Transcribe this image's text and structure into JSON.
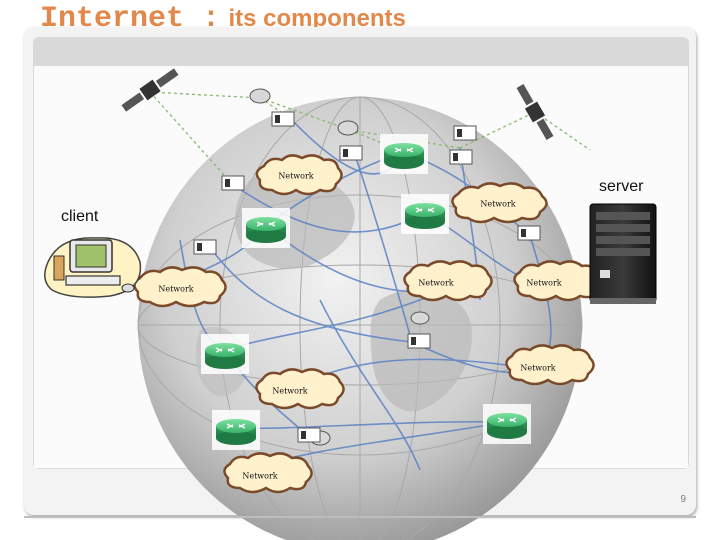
{
  "slide": {
    "title_main": "Internet :",
    "title_sub": "its components",
    "page_number": "9"
  },
  "labels": {
    "client": "client",
    "server": "server"
  },
  "clouds": [
    {
      "label": "Network"
    },
    {
      "label": "Network"
    },
    {
      "label": "Network"
    },
    {
      "label": "Network"
    },
    {
      "label": "Network"
    },
    {
      "label": "Network"
    },
    {
      "label": "Network"
    },
    {
      "label": "Network"
    }
  ],
  "colors": {
    "title": "#e2884a",
    "router": "#39b36a",
    "cloud_fill": "#fff1cc",
    "cloud_stroke": "#7a4a2a",
    "link_blue": "#5b82c3",
    "link_green": "#7fb86a"
  }
}
